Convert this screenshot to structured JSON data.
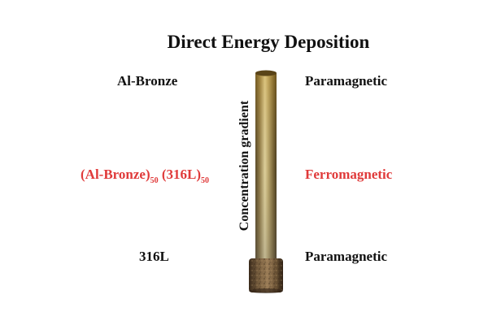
{
  "title": "Direct Energy Deposition",
  "axis_label": "Concentration gradient",
  "top": {
    "material": "Al-Bronze",
    "property": "Paramagnetic"
  },
  "middle": {
    "material_part1": "(Al-Bronze)",
    "material_sub1": "50",
    "material_part2": " (316L)",
    "material_sub2": "50",
    "property": "Ferromagnetic"
  },
  "bottom": {
    "material": "316L",
    "property": "Paramagnetic"
  },
  "colors": {
    "text": "#111111",
    "highlight": "#e03a3a"
  }
}
